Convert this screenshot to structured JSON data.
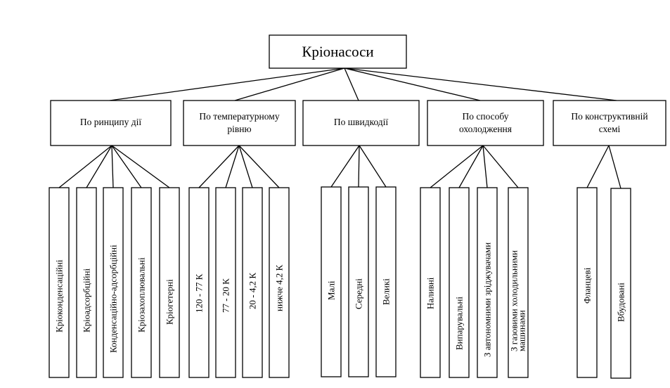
{
  "root": {
    "label": "Кріонасоси"
  },
  "categories": [
    {
      "lines": [
        "По ринципу дії"
      ]
    },
    {
      "lines": [
        "По температурному",
        "рівню"
      ]
    },
    {
      "lines": [
        "По швидкодії"
      ]
    },
    {
      "lines": [
        "По способу",
        "охолодження"
      ]
    },
    {
      "lines": [
        "По конструктивній",
        "схемі"
      ]
    }
  ],
  "leaves": [
    {
      "lines": [
        "Кріоконденсаційні"
      ]
    },
    {
      "lines": [
        "Кріоадсорбційні"
      ]
    },
    {
      "lines": [
        "Конденсаційно-адсорбційні"
      ]
    },
    {
      "lines": [
        "Кріозахоплювальні"
      ]
    },
    {
      "lines": [
        "Кріогетерні"
      ]
    },
    {
      "lines": [
        "120 - 77 К"
      ]
    },
    {
      "lines": [
        "77 - 20 К"
      ]
    },
    {
      "lines": [
        "20 - 4,2 К"
      ]
    },
    {
      "lines": [
        "нижче 4,2 К"
      ]
    },
    {
      "lines": [
        "Малі"
      ]
    },
    {
      "lines": [
        "Середні"
      ]
    },
    {
      "lines": [
        "Великі"
      ]
    },
    {
      "lines": [
        "Наливні"
      ]
    },
    {
      "lines": [
        "Випарувальні"
      ]
    },
    {
      "lines": [
        "З автономними зріджувачами"
      ]
    },
    {
      "lines": [
        "З газовими холодильними",
        "машинами"
      ]
    },
    {
      "lines": [
        "Фланцеві"
      ]
    },
    {
      "lines": [
        "Вбудовані"
      ]
    }
  ]
}
